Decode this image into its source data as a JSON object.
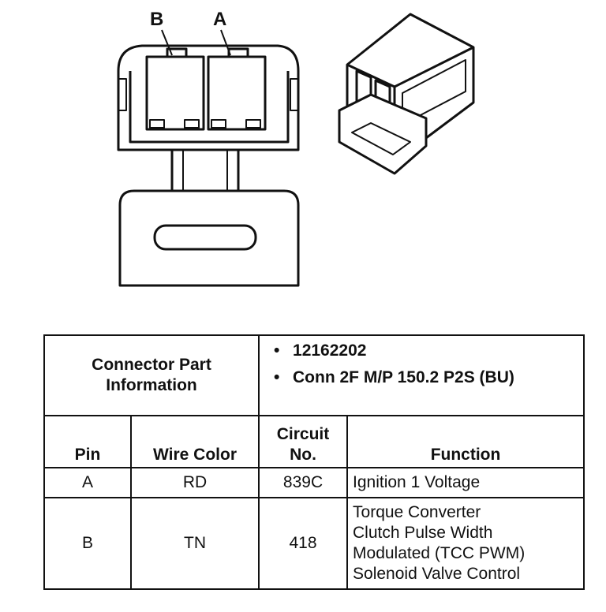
{
  "diagram": {
    "pin_labels": [
      "B",
      "A"
    ]
  },
  "table": {
    "info_title": "Connector Part Information",
    "info_items": [
      "12162202",
      "Conn 2F M/P 150.2 P2S (BU)"
    ],
    "bullet_char": "•",
    "headers": {
      "pin": "Pin",
      "wire_color": "Wire Color",
      "circuit_no": "Circuit No.",
      "function": "Function"
    },
    "rows": [
      {
        "pin": "A",
        "wire_color": "RD",
        "circuit": "839C",
        "function": [
          "Ignition 1 Voltage"
        ]
      },
      {
        "pin": "B",
        "wire_color": "TN",
        "circuit": "418",
        "function": [
          "Torque Converter",
          "Clutch Pulse Width",
          "Modulated (TCC PWM)",
          "Solenoid Valve Control"
        ]
      }
    ]
  }
}
